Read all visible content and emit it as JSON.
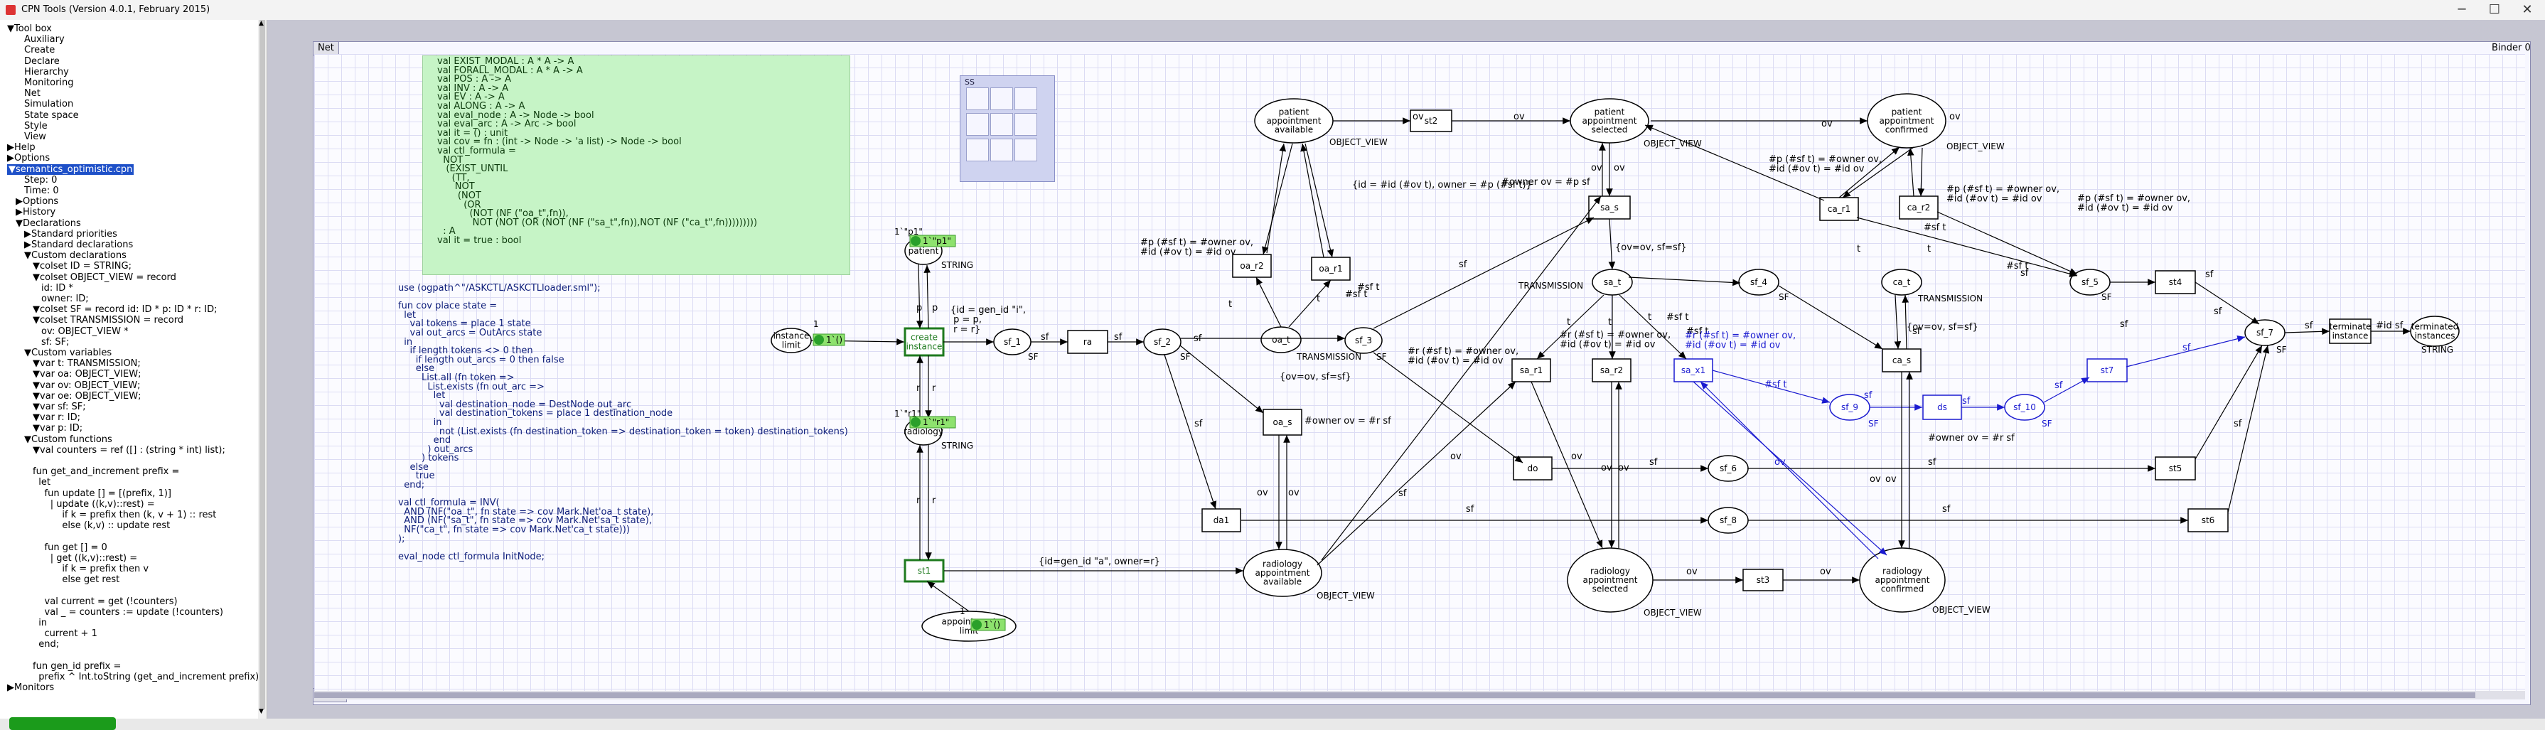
{
  "window": {
    "title": "CPN Tools (Version 4.0.1, February 2015)"
  },
  "tree": [
    {
      "label": "▼Tool box",
      "d": 0
    },
    {
      "label": "Auxiliary",
      "d": 2
    },
    {
      "label": "Create",
      "d": 2
    },
    {
      "label": "Declare",
      "d": 2
    },
    {
      "label": "Hierarchy",
      "d": 2
    },
    {
      "label": "Monitoring",
      "d": 2
    },
    {
      "label": "Net",
      "d": 2
    },
    {
      "label": "Simulation",
      "d": 2
    },
    {
      "label": "State space",
      "d": 2
    },
    {
      "label": "Style",
      "d": 2
    },
    {
      "label": "View",
      "d": 2
    },
    {
      "label": "▶Help",
      "d": 0
    },
    {
      "label": "▶Options",
      "d": 0
    },
    {
      "label": "▼semantics_optimistic.cpn",
      "d": 0,
      "sel": true
    },
    {
      "label": "Step: 0",
      "d": 2
    },
    {
      "label": "Time: 0",
      "d": 2
    },
    {
      "label": "▶Options",
      "d": 1
    },
    {
      "label": "▶History",
      "d": 1
    },
    {
      "label": "▼Declarations",
      "d": 1
    },
    {
      "label": "▶Standard priorities",
      "d": 2
    },
    {
      "label": "▶Standard declarations",
      "d": 2
    },
    {
      "label": "▼Custom declarations",
      "d": 2
    },
    {
      "label": "▼colset ID = STRING;",
      "d": 3
    },
    {
      "label": "▼colset OBJECT_VIEW = record",
      "d": 3
    },
    {
      "label": "id: ID *",
      "d": 4
    },
    {
      "label": "owner: ID;",
      "d": 4
    },
    {
      "label": "▼colset SF = record id: ID * p: ID * r: ID;",
      "d": 3
    },
    {
      "label": "▼colset TRANSMISSION = record",
      "d": 3
    },
    {
      "label": "ov: OBJECT_VIEW *",
      "d": 4
    },
    {
      "label": "sf: SF;",
      "d": 4
    },
    {
      "label": "▼Custom variables",
      "d": 2
    },
    {
      "label": "▼var t: TRANSMISSION;",
      "d": 3
    },
    {
      "label": "▼var oa: OBJECT_VIEW;",
      "d": 3
    },
    {
      "label": "▼var ov: OBJECT_VIEW;",
      "d": 3
    },
    {
      "label": "▼var oe: OBJECT_VIEW;",
      "d": 3
    },
    {
      "label": "▼var sf: SF;",
      "d": 3
    },
    {
      "label": "▼var r: ID;",
      "d": 3
    },
    {
      "label": "▼var p: ID;",
      "d": 3
    },
    {
      "label": "▼Custom functions",
      "d": 2
    },
    {
      "label": "▼val counters = ref ([] : (string * int) list);",
      "d": 3
    },
    {
      "label": "",
      "d": 3
    },
    {
      "label": "fun get_and_increment prefix =",
      "d": 3
    },
    {
      "label": "  let",
      "d": 3
    },
    {
      "label": "    fun update [] = [(prefix, 1)]",
      "d": 3
    },
    {
      "label": "      | update ((k,v)::rest) =",
      "d": 3
    },
    {
      "label": "          if k = prefix then (k, v + 1) :: rest",
      "d": 3
    },
    {
      "label": "          else (k,v) :: update rest",
      "d": 3
    },
    {
      "label": "",
      "d": 3
    },
    {
      "label": "    fun get [] = 0",
      "d": 3
    },
    {
      "label": "      | get ((k,v)::rest) =",
      "d": 3
    },
    {
      "label": "          if k = prefix then v",
      "d": 3
    },
    {
      "label": "          else get rest",
      "d": 3
    },
    {
      "label": "",
      "d": 3
    },
    {
      "label": "    val current = get (!counters)",
      "d": 3
    },
    {
      "label": "    val _ = counters := update (!counters)",
      "d": 3
    },
    {
      "label": "  in",
      "d": 3
    },
    {
      "label": "    current + 1",
      "d": 3
    },
    {
      "label": "  end;",
      "d": 3
    },
    {
      "label": "",
      "d": 3
    },
    {
      "label": "fun gen_id prefix =",
      "d": 3
    },
    {
      "label": "  prefix ^ Int.toString (get_and_increment prefix);",
      "d": 3
    },
    {
      "label": "▶Monitors",
      "d": 0
    }
  ],
  "binder": {
    "tab": "Net",
    "status_tab": "None",
    "right_label": "Binder 0"
  },
  "decl_text": "val EXIST_MODAL : A * A -> A\nval FORALL_MODAL : A * A -> A\nval POS : A -> A\nval INV : A -> A\nval EV : A -> A\nval ALONG : A -> A\nval eval_node : A -> Node -> bool\nval eval_arc : A -> Arc -> bool\nval it = () : unit\nval cov = fn : (int -> Node -> 'a list) -> Node -> bool\nval ctl_formula =\n  NOT\n   (EXIST_UNTIL\n     (TT,\n      NOT\n       (NOT\n         (OR\n           (NOT (NF (\"oa_t\",fn)),\n            NOT (NOT (OR (NOT (NF (\"sa_t\",fn)),NOT (NF (\"ca_t\",fn)))))))))\n  : A\nval it = true : bool",
  "code_text": "use (ogpath^\"/ASKCTL/ASKCTLloader.sml\");\n\nfun cov place state =\n  let\n    val tokens = place 1 state\n    val out_arcs = OutArcs state\n  in\n    if length tokens <> 0 then\n      if length out_arcs = 0 then false\n      else\n        List.all (fn token =>\n          List.exists (fn out_arc =>\n            let\n              val destination_node = DestNode out_arc\n              val destination_tokens = place 1 destination_node\n            in\n              not (List.exists (fn destination_token => destination_token = token) destination_tokens)\n            end\n          ) out_arcs\n        ) tokens\n    else\n      true\n  end;\n\nval ctl_formula = INV(\n  AND (NF(\"oa_t\", fn state => cov Mark.Net'oa_t state),\n  AND (NF(\"sa_t\", fn state => cov Mark.Net'sa_t state),\n  NF(\"ca_t\", fn state => cov Mark.Net'ca_t state)))\n);\n\neval_node ctl_formula InitNode;",
  "ss_label": "SS",
  "places": [
    {
      "id": "p-instance-limit",
      "label": "instance\nlimit"
    },
    {
      "id": "p-patient",
      "label": "patient"
    },
    {
      "id": "p-radiology",
      "label": "radiology"
    },
    {
      "id": "p-appointment-limit",
      "label": "appointment\nlimit"
    },
    {
      "id": "p-sf1",
      "label": "sf_1"
    },
    {
      "id": "p-sf2",
      "label": "sf_2"
    },
    {
      "id": "p-sf3",
      "label": "sf_3"
    },
    {
      "id": "p-oat",
      "label": "oa_t"
    },
    {
      "id": "p-pat-avail",
      "label": "patient\nappointment\navailable"
    },
    {
      "id": "p-pat-sel",
      "label": "patient\nappointment\nselected"
    },
    {
      "id": "p-pat-conf",
      "label": "patient\nappointment\nconfirmed"
    },
    {
      "id": "p-sat",
      "label": "sa_t"
    },
    {
      "id": "p-sf4",
      "label": "sf_4"
    },
    {
      "id": "p-cat",
      "label": "ca_t"
    },
    {
      "id": "p-sf5",
      "label": "sf_5"
    },
    {
      "id": "p-sf6",
      "label": "sf_6"
    },
    {
      "id": "p-sf7",
      "label": "sf_7"
    },
    {
      "id": "p-sf8",
      "label": "sf_8"
    },
    {
      "id": "p-sf9",
      "label": "sf_9"
    },
    {
      "id": "p-sf10",
      "label": "sf_10"
    },
    {
      "id": "p-rad-avail",
      "label": "radiology\nappointment\navailable"
    },
    {
      "id": "p-rad-sel",
      "label": "radiology\nappointment\nselected"
    },
    {
      "id": "p-rad-conf",
      "label": "radiology\nappointment\nconfirmed"
    },
    {
      "id": "p-terminated",
      "label": "terminated\ninstances"
    }
  ],
  "transitions": [
    {
      "id": "t-create",
      "label": "create\ninstance"
    },
    {
      "id": "t-st1",
      "label": "st1"
    },
    {
      "id": "t-ra",
      "label": "ra"
    },
    {
      "id": "t-st2",
      "label": "st2"
    },
    {
      "id": "t-st3",
      "label": "st3"
    },
    {
      "id": "t-st4",
      "label": "st4"
    },
    {
      "id": "t-st5",
      "label": "st5"
    },
    {
      "id": "t-st6",
      "label": "st6"
    },
    {
      "id": "t-st7",
      "label": "st7"
    },
    {
      "id": "t-oar2",
      "label": "oa_r2"
    },
    {
      "id": "t-oar1",
      "label": "oa_r1"
    },
    {
      "id": "t-oas",
      "label": "oa_s"
    },
    {
      "id": "t-sas",
      "label": "sa_s"
    },
    {
      "id": "t-sar1",
      "label": "sa_r1"
    },
    {
      "id": "t-sar2",
      "label": "sa_r2"
    },
    {
      "id": "t-sax1",
      "label": "sa_x1"
    },
    {
      "id": "t-car1",
      "label": "ca_r1"
    },
    {
      "id": "t-car2",
      "label": "ca_r2"
    },
    {
      "id": "t-cas",
      "label": "ca_s"
    },
    {
      "id": "t-ds",
      "label": "ds"
    },
    {
      "id": "t-do",
      "label": "do"
    },
    {
      "id": "t-da1",
      "label": "da1"
    },
    {
      "id": "t-terminate",
      "label": "terminate\ninstance"
    }
  ],
  "type_labels": {
    "patient": "STRING",
    "radiology": "STRING",
    "terminated": "STRING",
    "pat_avail": "OBJECT_VIEW",
    "pat_sel": "OBJECT_VIEW",
    "pat_conf": "OBJECT_VIEW",
    "rad_avail": "OBJECT_VIEW",
    "rad_sel": "OBJECT_VIEW",
    "rad_conf": "OBJECT_VIEW",
    "sf1": "SF",
    "sf2": "SF",
    "sf3": "SF",
    "sf4": "SF",
    "sf5": "SF",
    "sf7": "SF",
    "sf9": "SF",
    "sf10": "SF",
    "oat": "TRANSMISSION",
    "sat": "TRANSMISSION",
    "cat": "TRANSMISSION"
  },
  "markings": {
    "patient": "1`\"p1\"",
    "patient_box": "1`\"p1\"",
    "radiology": "1`\"r1\"",
    "radiology_box": "1`\"r1\"",
    "instance": "1",
    "instance_box": "1`()",
    "appointment": "1",
    "appointment_box": "1`()"
  },
  "arc_labels": {
    "p": "p",
    "r": "r",
    "sf": "sf",
    "ov": "ov",
    "t": "t",
    "create": "{id = gen_id \"i\",\n p = p,\n r = r}",
    "st1": "{id=gen_id \"a\", owner=r}",
    "oa_r": "{id = #id (#ov t), owner = #p (#sf t)}",
    "oa_guard": "#p (#sf t) = #owner ov,\n#id (#ov t) = #id ov",
    "sft": "#sf t",
    "ovsf": "{ov=ov, sf=sf}",
    "owner_r": "#owner ov = #r sf",
    "owner_p": "#owner ov = #p sf",
    "sa_guard": "#r (#sf t) = #owner ov,\n#id (#ov t) = #id ov",
    "ca_guard": "#p (#sf t) = #owner ov,\n#id (#ov t) = #id ov",
    "ca_guard2": "#p (#sf t) = #owner ov,\n#id (#ov t) = #id ov",
    "oa_guard2": "#p (#sf t) = #owner ov,\n#id (#ov t) = #id ov",
    "sa_guard_blue": "#r (#sf t) = #owner ov,\n#id (#ov t) = #id ov",
    "idsf": "#id sf",
    "sa_guard2": "#r (#sf t) = #owner ov,\n#id (#ov t) = #id ov"
  }
}
